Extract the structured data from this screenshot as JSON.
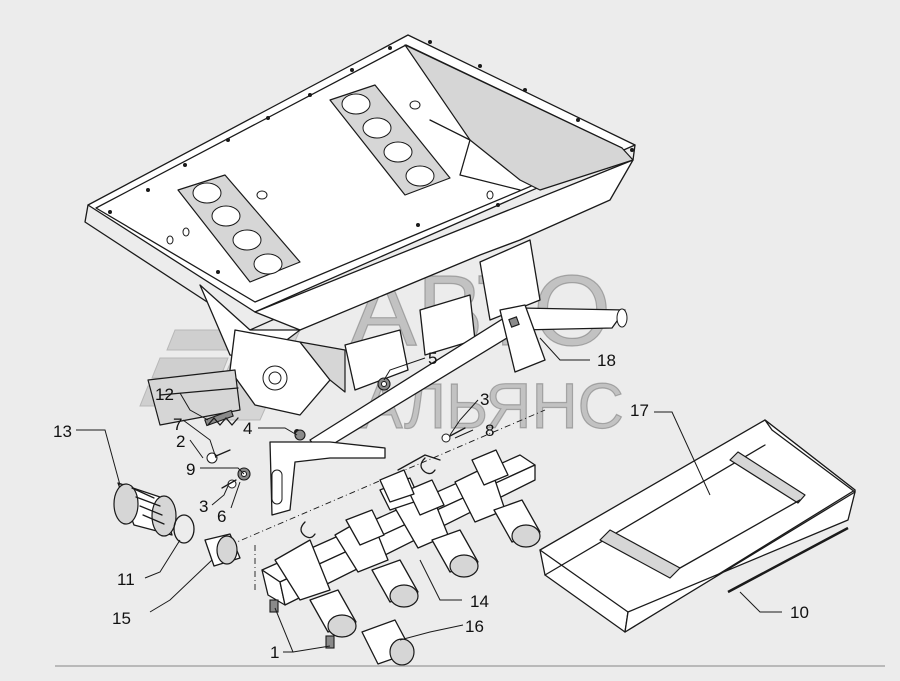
{
  "watermark": {
    "line1": "АВТО",
    "line2": "АЛЬЯНС"
  },
  "callouts": [
    {
      "id": "c1",
      "label": "1"
    },
    {
      "id": "c2",
      "label": "2"
    },
    {
      "id": "c3a",
      "label": "3"
    },
    {
      "id": "c3b",
      "label": "3"
    },
    {
      "id": "c4",
      "label": "4"
    },
    {
      "id": "c5",
      "label": "5"
    },
    {
      "id": "c6",
      "label": "6"
    },
    {
      "id": "c7",
      "label": "7"
    },
    {
      "id": "c8",
      "label": "8"
    },
    {
      "id": "c9",
      "label": "9"
    },
    {
      "id": "c10",
      "label": "10"
    },
    {
      "id": "c11",
      "label": "11"
    },
    {
      "id": "c12",
      "label": "12"
    },
    {
      "id": "c13",
      "label": "13"
    },
    {
      "id": "c14",
      "label": "14"
    },
    {
      "id": "c15",
      "label": "15"
    },
    {
      "id": "c16",
      "label": "16"
    },
    {
      "id": "c17",
      "label": "17"
    },
    {
      "id": "c18",
      "label": "18"
    }
  ]
}
